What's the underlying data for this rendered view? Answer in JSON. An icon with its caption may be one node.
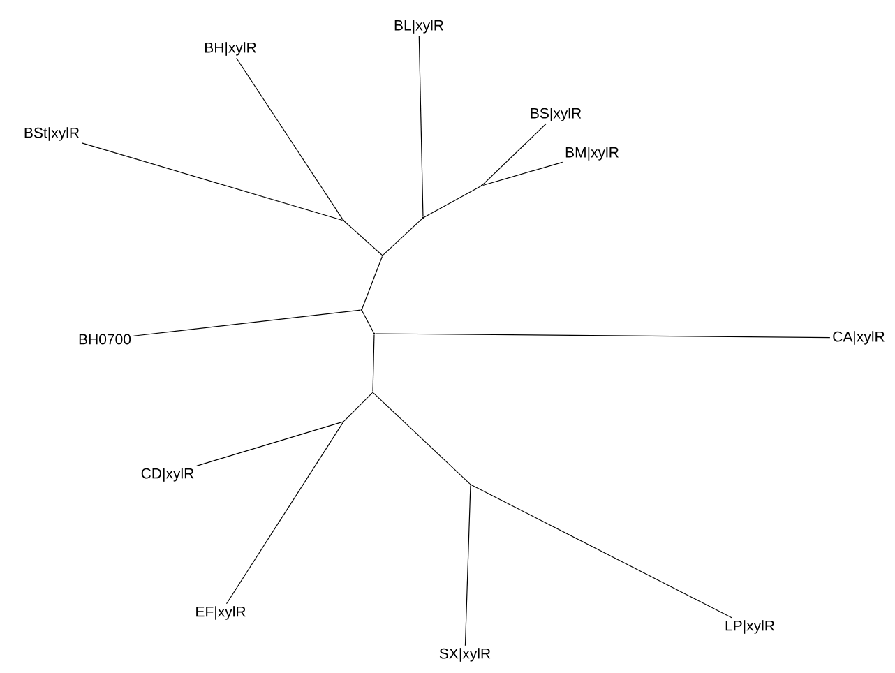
{
  "diagram": {
    "nodes": [
      {
        "text": [
          "BSt|xylR"
        ]
      },
      {
        "text": [
          "BH|xylR"
        ]
      },
      {
        "text": [
          "BL|xylR"
        ]
      },
      {
        "text": [
          "BS|xylR"
        ]
      },
      {
        "text": [
          "BM|xylR"
        ]
      },
      {
        "text": [
          "BH0700"
        ]
      },
      {
        "text": [
          "CA|xylR"
        ]
      },
      {
        "text": [
          "CD|xylR"
        ]
      },
      {
        "text": [
          "EF|xylR"
        ]
      },
      {
        "text": [
          "SX|xylR"
        ]
      },
      {
        "text": [
          "LP|xylR"
        ]
      },
      {
        "text": [],
        "shape": "point"
      },
      {
        "text": [],
        "shape": "point"
      },
      {
        "text": [],
        "shape": "point"
      },
      {
        "text": [],
        "shape": "point"
      },
      {
        "text": [],
        "shape": "point"
      },
      {
        "text": [],
        "shape": "point"
      },
      {
        "text": [],
        "shape": "point"
      },
      {
        "text": [],
        "shape": "point"
      },
      {
        "text": [],
        "shape": "point"
      }
    ],
    "edges": [
      {
        "from": 11,
        "to": 0,
        "arrow": "none"
      },
      {
        "from": 11,
        "to": 1,
        "arrow": "none"
      },
      {
        "from": 12,
        "to": 2,
        "arrow": "none"
      },
      {
        "from": 12,
        "to": 13,
        "arrow": "none"
      },
      {
        "from": 13,
        "to": 3,
        "arrow": "none"
      },
      {
        "from": 13,
        "to": 4,
        "arrow": "none"
      },
      {
        "from": 14,
        "to": 11,
        "arrow": "none"
      },
      {
        "from": 14,
        "to": 12,
        "arrow": "none"
      },
      {
        "from": 15,
        "to": 14,
        "arrow": "none"
      },
      {
        "from": 15,
        "to": 5,
        "arrow": "none"
      },
      {
        "from": 15,
        "to": 16,
        "arrow": "none"
      },
      {
        "from": 16,
        "to": 6,
        "arrow": "none"
      },
      {
        "from": 16,
        "to": 17,
        "arrow": "none"
      },
      {
        "from": 17,
        "to": 18,
        "arrow": "none"
      },
      {
        "from": 17,
        "to": 19,
        "arrow": "none"
      },
      {
        "from": 18,
        "to": 7,
        "arrow": "none"
      },
      {
        "from": 18,
        "to": 8,
        "arrow": "none"
      },
      {
        "from": 19,
        "to": 9,
        "arrow": "none"
      },
      {
        "from": 19,
        "to": 10,
        "arrow": "none"
      }
    ]
  }
}
